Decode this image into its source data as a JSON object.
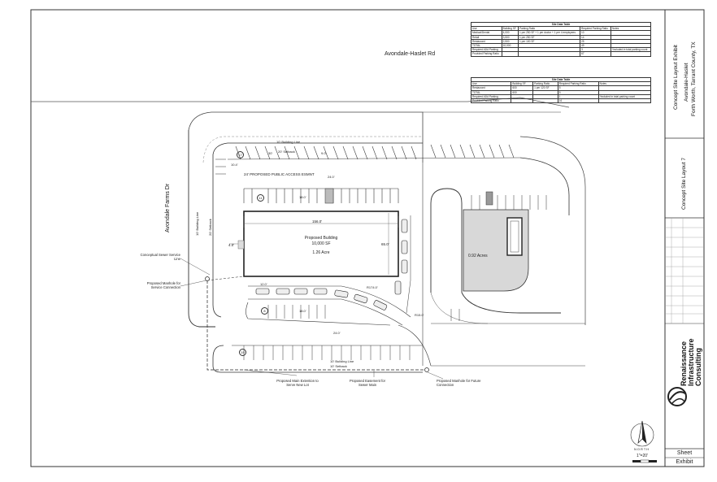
{
  "road_north": "Avondale-Haslet Rd",
  "road_west": "Avondale Farms Dr",
  "table1": {
    "title": "Site Data Table",
    "headers": [
      "Use",
      "Building SF",
      "Parking Ratio",
      "Required Parking Ratio",
      "Notes"
    ],
    "rows": [
      [
        "Medical/Dental",
        "4,000",
        "1 per 250 SF + 1 per doctor + 1 per 4 employees",
        "10",
        ""
      ],
      [
        "Retail",
        "3,500",
        "1 per 250 SF",
        "14",
        ""
      ],
      [
        "Restaurant",
        "2,500",
        "1 per 100 SF",
        "25",
        ""
      ],
      [
        "TOTAL",
        "10,000",
        "",
        "49",
        ""
      ],
      [
        "Required ADA Parking",
        "",
        "",
        "3",
        "*included in total parking count"
      ],
      [
        "Provided Parking Ratio",
        "",
        "",
        "67",
        ""
      ]
    ]
  },
  "table2": {
    "title": "Site Data Table",
    "headers": [
      "Use",
      "Building SF",
      "Parking Ratio",
      "Required Parking Ratio",
      "Notes"
    ],
    "rows": [
      [
        "Restaurant",
        "600",
        "1 per 120 SF",
        "5",
        ""
      ],
      [
        "TOTAL",
        "600",
        "",
        "5",
        ""
      ],
      [
        "Required ADA Parking",
        "",
        "",
        "1",
        "*included in total parking count"
      ],
      [
        "Provided Parking Ratio",
        "",
        "",
        "16",
        ""
      ]
    ]
  },
  "labels": {
    "building_line_top": "10' Building Line",
    "setback_top": "20' Setback",
    "dim_30": "30'",
    "dim_9": "9.0'",
    "dim_10_4": "10.4'",
    "access_esmt": "24' PROPOSED PUBLIC ACCESS ESMNT",
    "dim_24_top": "24.0'",
    "dim_18_top": "18.0'",
    "count_11": "11",
    "count_17": "17",
    "count_8": "8",
    "count_19": "19",
    "dim_156": "156.0'",
    "dim_4": "4.0'",
    "dim_65": "65.0'",
    "building_name": "Proposed Building",
    "building_sf": "10,000 SF",
    "acres_main": "1.26 Acre",
    "acres_pad": "0.92 Acres",
    "dim_12": "12.0'",
    "dim_18_bot": "18.0'",
    "dim_24_bot": "24.0'",
    "r174": "R174.0'",
    "r15": "R15.0'",
    "building_line_west": "10' Building Line",
    "setback_west": "20' Setback",
    "building_line_south": "10' Building Line",
    "setback_south": "10' Setback",
    "sewer_line": "Conceptual Sewer Service Line",
    "manhole_conn": "Proposed Manhole for Service Connection",
    "main_ext": "Proposed Main Extention to Serve New Lot",
    "easement": "Proposed Easement for Sewer Main",
    "manhole_future": "Proposed Manhole for Future Connection",
    "north": "NORTH",
    "scale": "1\"=20'"
  },
  "title_block": {
    "exhibit_title": "Concept Site Layout Exhibit",
    "project_name": "Avondale-Haslet",
    "location": "Forth Worth, Tarrant County, TX",
    "sheet_title": "Concept Site Layout 7",
    "company_1": "Renaissance",
    "company_2": "Infrastructure",
    "company_3": "Consulting",
    "sheet_label": "Sheet",
    "sheet_value": "Exhibit"
  },
  "colors": {
    "line": "#333333",
    "light": "#888888",
    "stipple": "#cfcfcf"
  }
}
